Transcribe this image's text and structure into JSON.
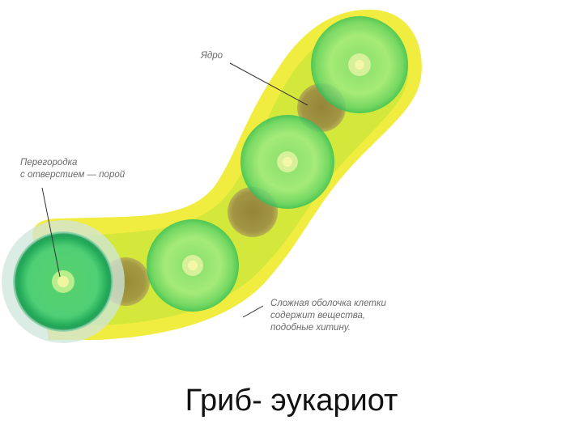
{
  "labels": {
    "nucleus": "Ядро",
    "septum": "Перегородка\nс отверстием — порой",
    "cell_wall": "Сложная оболочка клетки\nсодержит вещества,\nподобные хитину."
  },
  "caption": "Гриб- эукариот",
  "colors": {
    "outer_wall": "#f2ec2a",
    "inner_body": "#c9e63a",
    "septum_green": "#48cf6a",
    "nucleus_brown": "#8a7d3a",
    "pointer_line": "#333333"
  }
}
